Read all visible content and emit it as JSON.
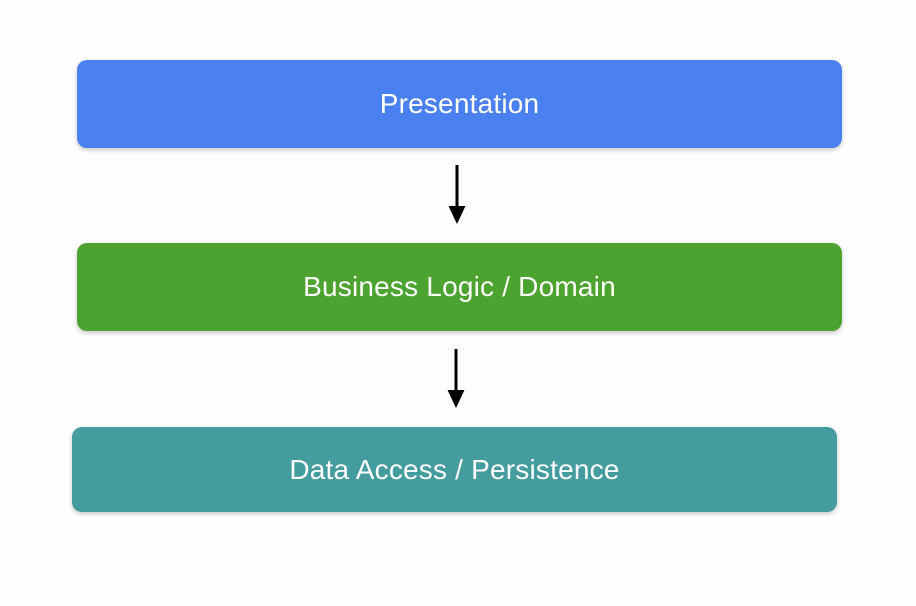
{
  "diagram": {
    "type": "layered-architecture",
    "background_color": "#FEFEFE",
    "text_color": "#FFFFFF",
    "arrow_color": "#000000",
    "layers": [
      {
        "label": "Presentation",
        "color": "#4A80F0"
      },
      {
        "label": "Business Logic / Domain",
        "color": "#4DA32F"
      },
      {
        "label": "Data Access / Persistence",
        "color": "#459C9E"
      }
    ],
    "connections": [
      {
        "from": "Presentation",
        "to": "Business Logic / Domain",
        "direction": "down"
      },
      {
        "from": "Business Logic / Domain",
        "to": "Data Access / Persistence",
        "direction": "down"
      }
    ]
  }
}
